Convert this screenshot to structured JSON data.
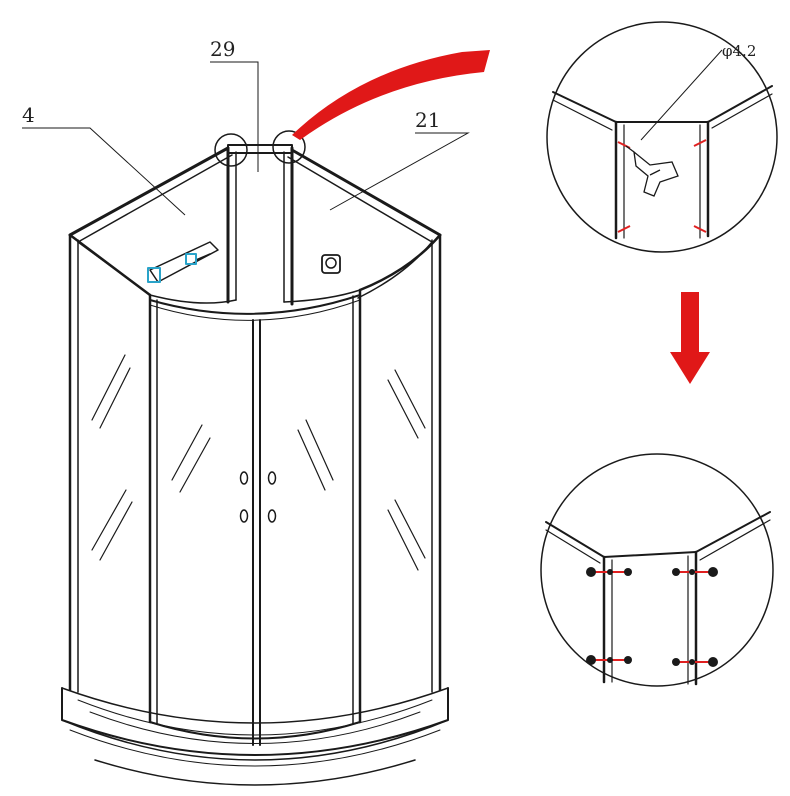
{
  "labels": {
    "part_left_panel": "4",
    "part_top_column": "29",
    "part_right_panel": "21",
    "drill_diameter": "φ4.2"
  },
  "colors": {
    "line": "#1a1a1a",
    "arrow": "#e01818",
    "marker": "#e02020",
    "hinge": "#29a3c9"
  },
  "icons": {
    "main_arrow": "red-curved-arrow-icon",
    "down_arrow": "red-down-arrow-icon",
    "drill": "electric-drill-icon"
  }
}
